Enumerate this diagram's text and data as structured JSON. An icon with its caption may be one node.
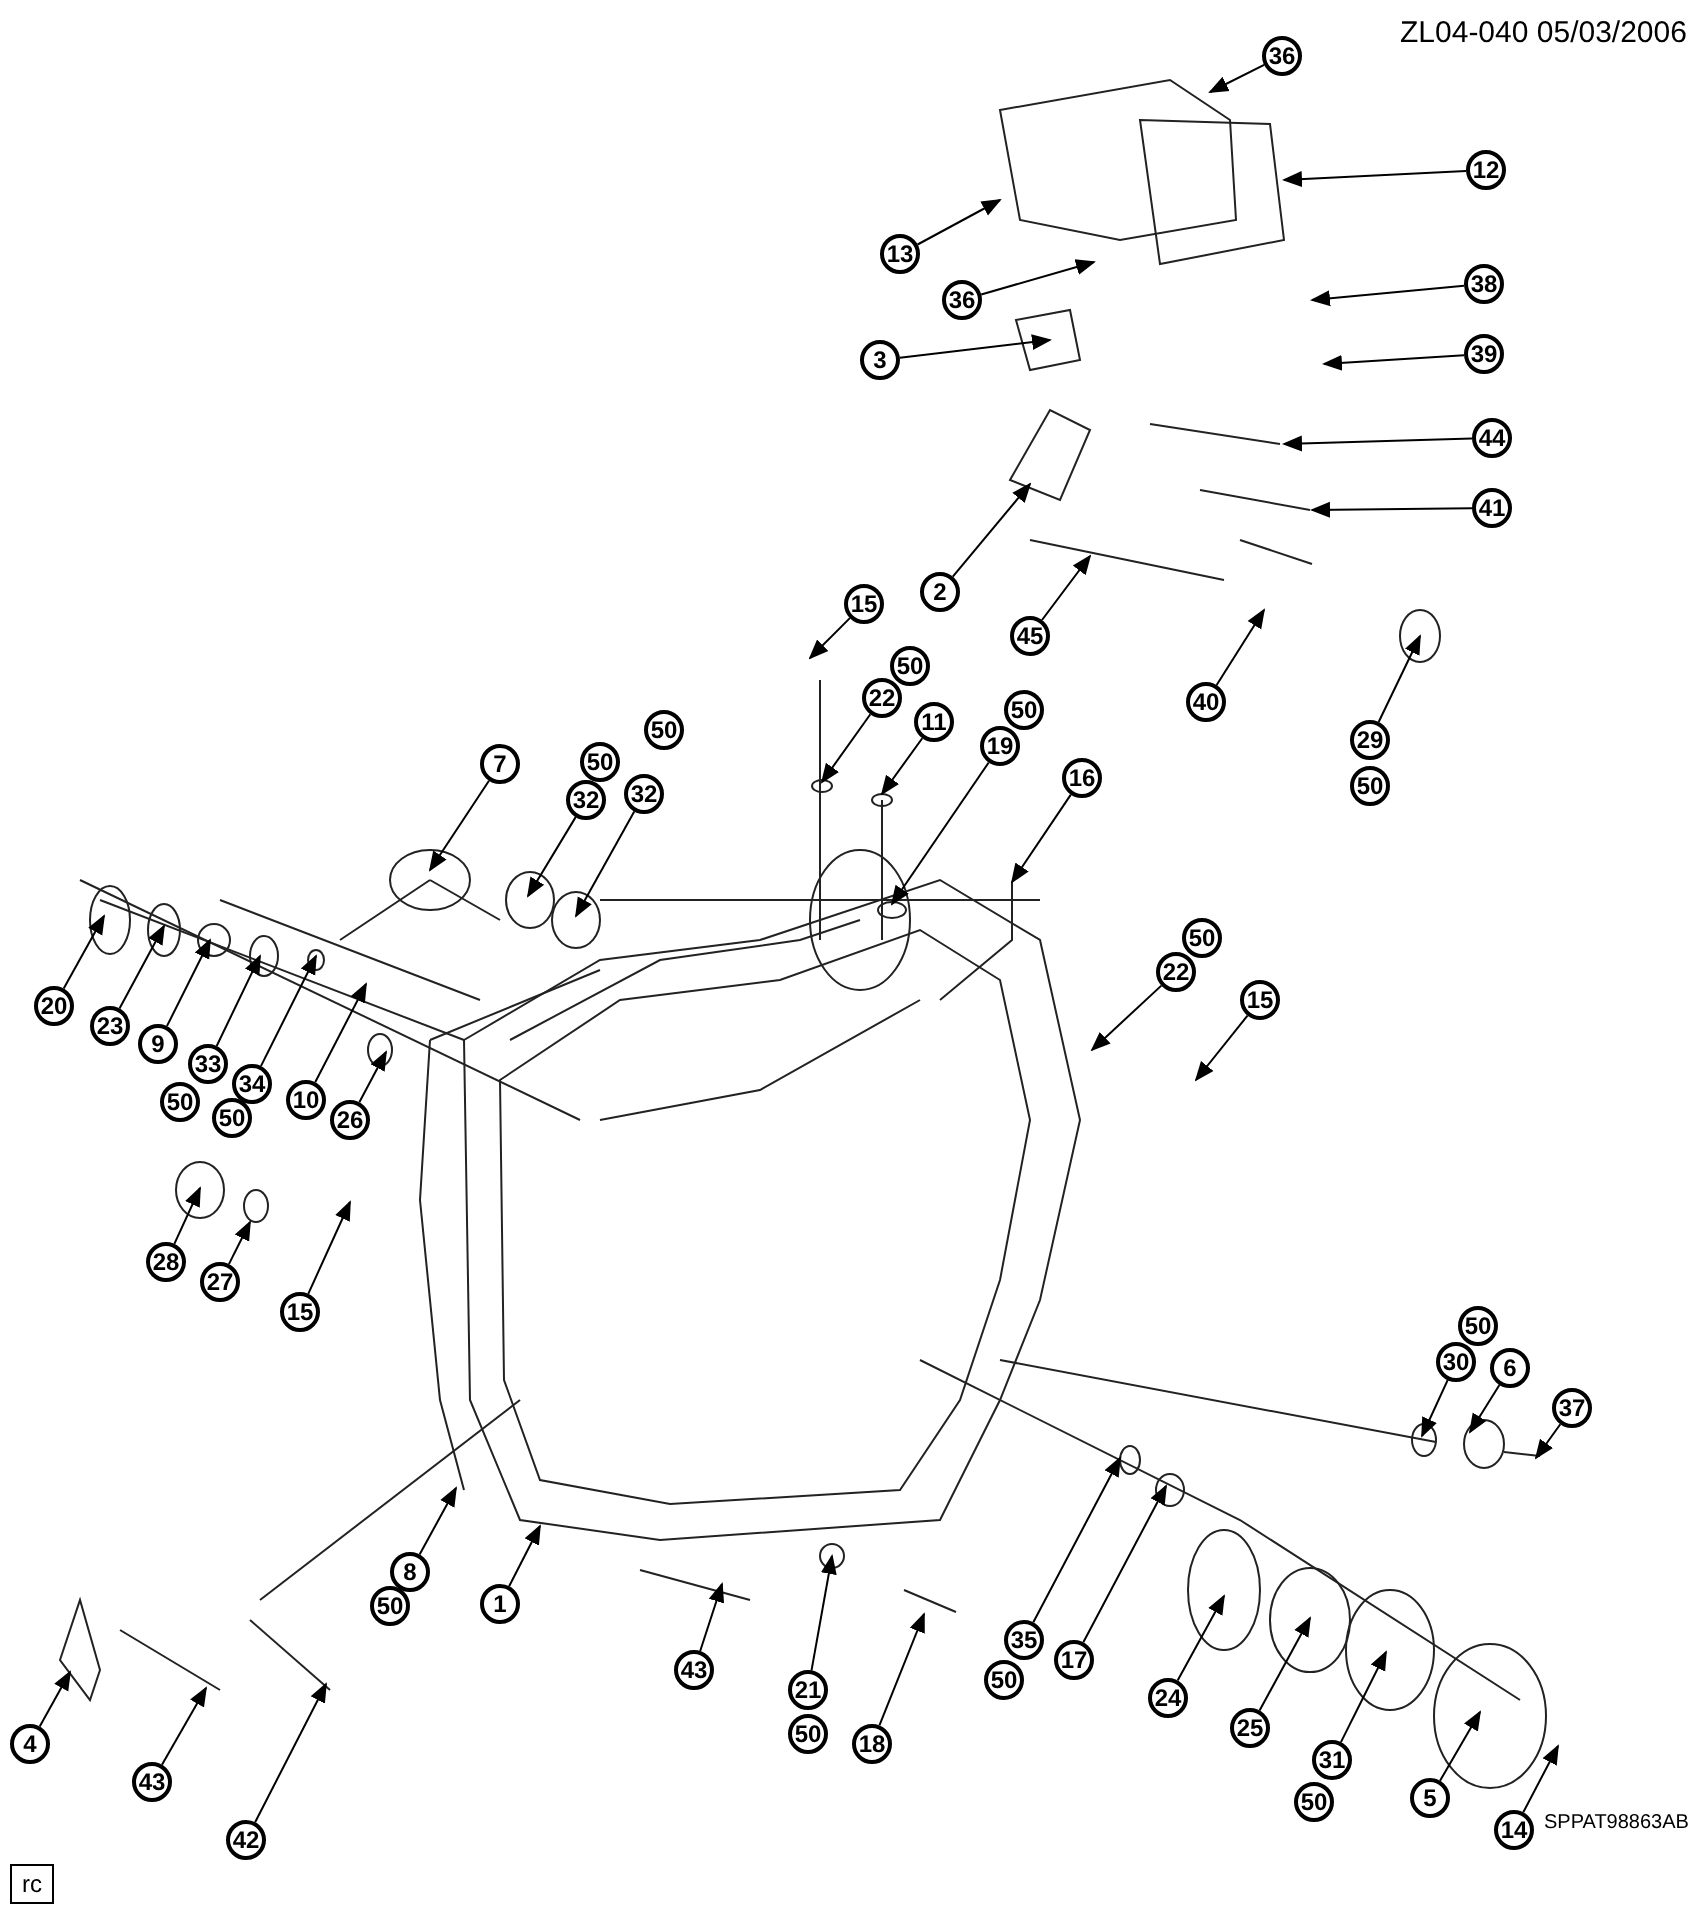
{
  "diagram": {
    "nodes": [
      {
        "text": [
          "36"
        ]
      },
      {
        "text": [
          "12"
        ]
      },
      {
        "text": [
          "13"
        ]
      },
      {
        "text": [
          "38"
        ]
      },
      {
        "text": [
          "36"
        ]
      },
      {
        "text": [
          "39"
        ]
      },
      {
        "text": [
          "3"
        ]
      },
      {
        "text": [
          "44"
        ]
      },
      {
        "text": [
          "41"
        ]
      },
      {
        "text": [
          "2"
        ]
      },
      {
        "text": [
          "15"
        ]
      },
      {
        "text": [
          "45"
        ]
      },
      {
        "text": [
          "50",
          "22"
        ]
      },
      {
        "text": [
          "40"
        ]
      },
      {
        "text": [
          "11"
        ]
      },
      {
        "text": [
          "29",
          "50"
        ]
      },
      {
        "text": [
          "50",
          "19"
        ]
      },
      {
        "text": [
          "7"
        ]
      },
      {
        "text": [
          "16"
        ]
      },
      {
        "text": [
          "50",
          "32"
        ]
      },
      {
        "text": [
          "50",
          "32"
        ]
      },
      {
        "text": [
          "50",
          "22"
        ]
      },
      {
        "text": [
          "20"
        ]
      },
      {
        "text": [
          "15"
        ]
      },
      {
        "text": [
          "23"
        ]
      },
      {
        "text": [
          "9"
        ]
      },
      {
        "text": [
          "33",
          "50"
        ]
      },
      {
        "text": [
          "34",
          "50"
        ]
      },
      {
        "text": [
          "10"
        ]
      },
      {
        "text": [
          "26"
        ]
      },
      {
        "text": [
          "28"
        ]
      },
      {
        "text": [
          "27"
        ]
      },
      {
        "text": [
          "15"
        ]
      },
      {
        "text": [
          "50",
          "30"
        ]
      },
      {
        "text": [
          "6"
        ]
      },
      {
        "text": [
          "37"
        ]
      },
      {
        "text": [
          "8",
          "50"
        ]
      },
      {
        "text": [
          "1"
        ]
      },
      {
        "text": [
          "35",
          "50"
        ]
      },
      {
        "text": [
          "17"
        ]
      },
      {
        "text": [
          "43"
        ]
      },
      {
        "text": [
          "21",
          "50"
        ]
      },
      {
        "text": [
          "24"
        ]
      },
      {
        "text": [
          "25"
        ]
      },
      {
        "text": [
          "4"
        ]
      },
      {
        "text": [
          "18"
        ]
      },
      {
        "text": [
          "31",
          "50"
        ]
      },
      {
        "text": [
          "43"
        ]
      },
      {
        "text": [
          "5"
        ]
      },
      {
        "text": [
          "14"
        ]
      },
      {
        "text": [
          "42"
        ]
      }
    ],
    "edges": [
      {
        "from": 0,
        "to": null,
        "arrow": "to"
      },
      {
        "from": 1,
        "to": null,
        "arrow": "to"
      },
      {
        "from": 2,
        "to": null,
        "arrow": "to"
      },
      {
        "from": 3,
        "to": null,
        "arrow": "to"
      },
      {
        "from": 4,
        "to": null,
        "arrow": "to"
      },
      {
        "from": 5,
        "to": null,
        "arrow": "to"
      },
      {
        "from": 6,
        "to": null,
        "arrow": "to"
      },
      {
        "from": 7,
        "to": null,
        "arrow": "to"
      },
      {
        "from": 8,
        "to": null,
        "arrow": "to"
      },
      {
        "from": 9,
        "to": null,
        "arrow": "to"
      },
      {
        "from": 10,
        "to": null,
        "arrow": "to"
      },
      {
        "from": 11,
        "to": null,
        "arrow": "to"
      },
      {
        "from": 12,
        "to": null,
        "arrow": "to"
      },
      {
        "from": 13,
        "to": null,
        "arrow": "to"
      },
      {
        "from": 14,
        "to": null,
        "arrow": "to"
      },
      {
        "from": 15,
        "to": null,
        "arrow": "to"
      },
      {
        "from": 16,
        "to": null,
        "arrow": "to"
      },
      {
        "from": 17,
        "to": null,
        "arrow": "to"
      },
      {
        "from": 18,
        "to": null,
        "arrow": "to"
      },
      {
        "from": 19,
        "to": null,
        "arrow": "to"
      },
      {
        "from": 20,
        "to": null,
        "arrow": "to"
      },
      {
        "from": 21,
        "to": null,
        "arrow": "to"
      },
      {
        "from": 22,
        "to": null,
        "arrow": "to"
      },
      {
        "from": 23,
        "to": null,
        "arrow": "to"
      },
      {
        "from": 24,
        "to": null,
        "arrow": "to"
      },
      {
        "from": 25,
        "to": null,
        "arrow": "to"
      },
      {
        "from": 26,
        "to": null,
        "arrow": "to"
      },
      {
        "from": 27,
        "to": null,
        "arrow": "to"
      },
      {
        "from": 28,
        "to": null,
        "arrow": "to"
      },
      {
        "from": 29,
        "to": null,
        "arrow": "to"
      },
      {
        "from": 30,
        "to": null,
        "arrow": "to"
      },
      {
        "from": 31,
        "to": null,
        "arrow": "to"
      },
      {
        "from": 32,
        "to": null,
        "arrow": "to"
      },
      {
        "from": 33,
        "to": null,
        "arrow": "to"
      },
      {
        "from": 34,
        "to": null,
        "arrow": "to"
      },
      {
        "from": 35,
        "to": null,
        "arrow": "to"
      },
      {
        "from": 36,
        "to": null,
        "arrow": "to"
      },
      {
        "from": 37,
        "to": null,
        "arrow": "to"
      },
      {
        "from": 38,
        "to": null,
        "arrow": "to"
      },
      {
        "from": 39,
        "to": null,
        "arrow": "to"
      },
      {
        "from": 40,
        "to": null,
        "arrow": "to"
      },
      {
        "from": 41,
        "to": null,
        "arrow": "to"
      },
      {
        "from": 42,
        "to": null,
        "arrow": "to"
      },
      {
        "from": 43,
        "to": null,
        "arrow": "to"
      },
      {
        "from": 44,
        "to": null,
        "arrow": "to"
      },
      {
        "from": 45,
        "to": null,
        "arrow": "to"
      },
      {
        "from": 46,
        "to": null,
        "arrow": "to"
      },
      {
        "from": 47,
        "to": null,
        "arrow": "to"
      },
      {
        "from": 48,
        "to": null,
        "arrow": "to"
      },
      {
        "from": 49,
        "to": null,
        "arrow": "to"
      },
      {
        "from": 50,
        "to": null,
        "arrow": "to"
      }
    ],
    "labels": [
      "ZL04-040 05/03/2006",
      "SPPAT98863AB",
      "rc"
    ]
  }
}
